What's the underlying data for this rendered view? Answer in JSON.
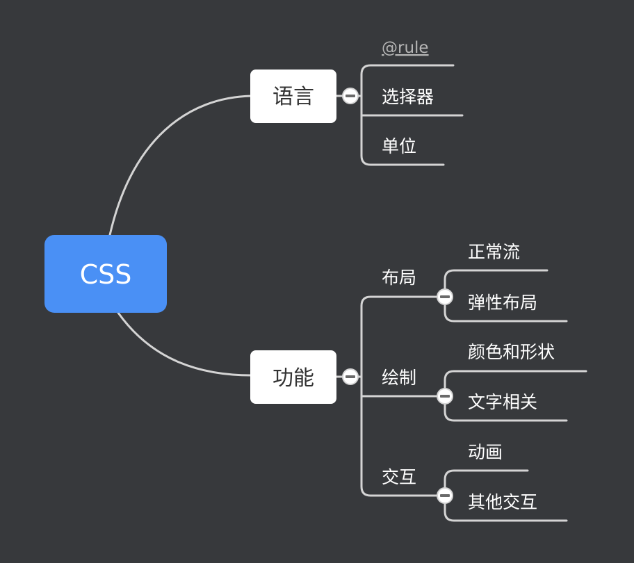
{
  "root": {
    "label": "CSS",
    "color": "#4a90f5"
  },
  "background": "#37393c",
  "branches": [
    {
      "label": "语言",
      "children": [
        {
          "label": "@rule",
          "link": true
        },
        {
          "label": "选择器"
        },
        {
          "label": "单位"
        }
      ]
    },
    {
      "label": "功能",
      "children": [
        {
          "label": "布局",
          "children": [
            {
              "label": "正常流"
            },
            {
              "label": "弹性布局"
            }
          ]
        },
        {
          "label": "绘制",
          "children": [
            {
              "label": "颜色和形状"
            },
            {
              "label": "文字相关"
            }
          ]
        },
        {
          "label": "交互",
          "children": [
            {
              "label": "动画"
            },
            {
              "label": "其他交互"
            }
          ]
        }
      ]
    }
  ]
}
